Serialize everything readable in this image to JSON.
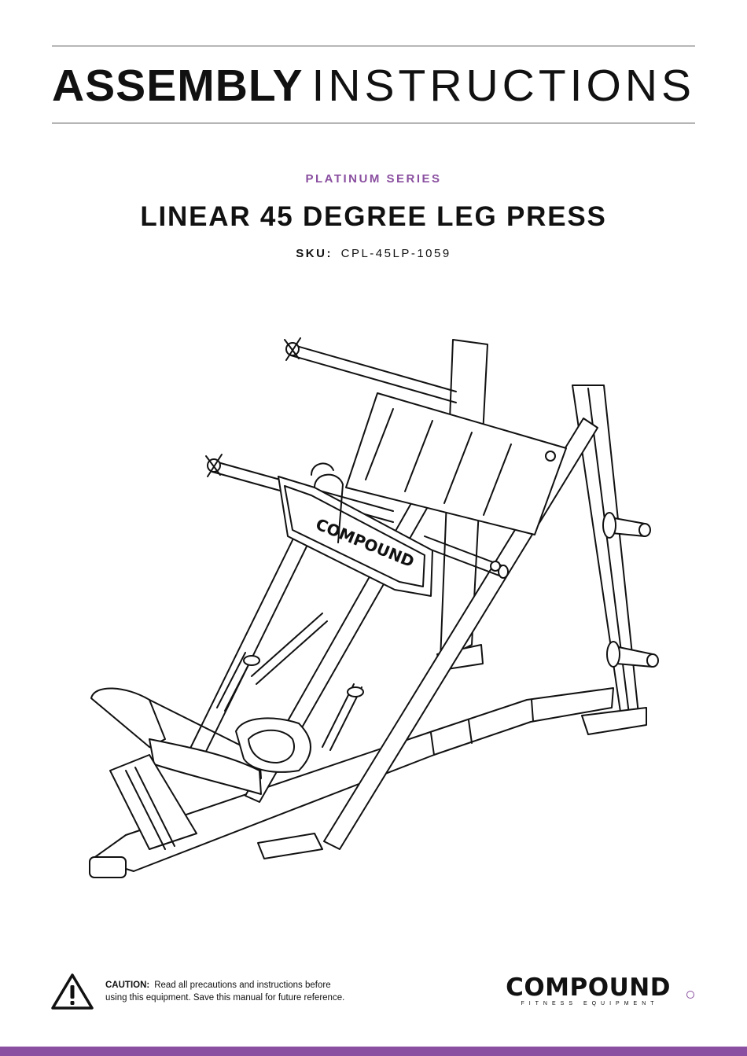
{
  "header": {
    "title_bold": "ASSEMBLY",
    "title_light": "INSTRUCTIONS"
  },
  "product": {
    "series": "PLATINUM SERIES",
    "name": "LINEAR 45 DEGREE LEG PRESS",
    "sku_label": "SKU:",
    "sku_value": "CPL-45LP-1059",
    "illustration_logo_text": "COMPOUND"
  },
  "footer": {
    "caution_label": "CAUTION:",
    "caution_line1": "Read all precautions and instructions before",
    "caution_line2": "using this equipment. Save this manual for future reference.",
    "brand": "COMPOUND",
    "tagline": "FITNESS EQUIPMENT"
  },
  "colors": {
    "accent": "#8a4fa0",
    "text": "#111111",
    "rule": "#555555",
    "background": "#ffffff"
  },
  "icons": [
    "warning-triangle-icon"
  ]
}
